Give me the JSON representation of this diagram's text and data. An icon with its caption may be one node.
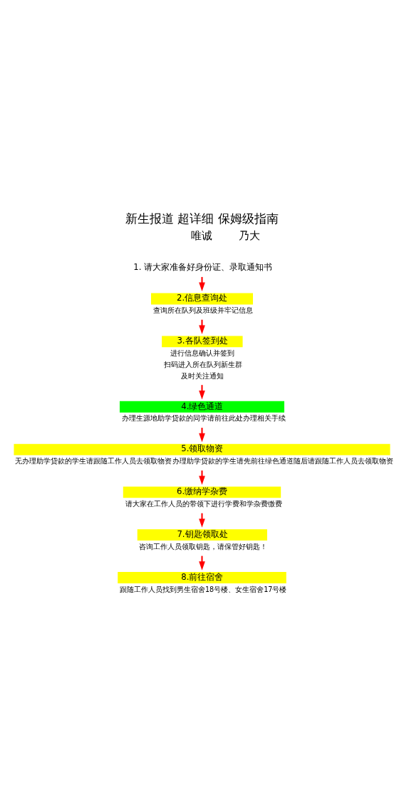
{
  "diagram": {
    "title": "新生报道 超详细 保姆级指南",
    "nodes": [
      {
        "text": [
          "1. 请大家准备好身份证、录取通知书"
        ]
      },
      {
        "text": [
          "2.信息查询处",
          "查询所在队列及班级并牢记信息"
        ]
      },
      {
        "text": [
          "3.各队签到处",
          "进行信息确认并签到",
          "扫码进入所在队列新生群",
          "及时关注通知"
        ]
      },
      {
        "text": [
          "4.绿色通道",
          "办理生源地助学贷款的同学请前往此处办理相关手续"
        ]
      },
      {
        "text": [
          "5.领取物资",
          "无办理助学贷款的学生请跟随工作人员去领取物资",
          "办理助学贷款的学生请先前往绿色通道随后请跟随工作人员去领取物资"
        ]
      },
      {
        "text": [
          "6.缴纳学杂费",
          "请大家在工作人员的带领下进行学费和学杂费缴费"
        ]
      },
      {
        "text": [
          "7.钥匙领取处",
          "咨询工作人员领取钥匙，请保管好钥匙！"
        ]
      },
      {
        "text": [
          "8.前往宿舍",
          "跟随工作人员找到男生宿舍18号楼、女生宿舍17号楼"
        ]
      }
    ],
    "edges": [
      {
        "from": 0,
        "to": 1,
        "arrow": "to"
      },
      {
        "from": 1,
        "to": 2,
        "arrow": "to"
      },
      {
        "from": 2,
        "to": 3,
        "arrow": "to"
      },
      {
        "from": 3,
        "to": 4,
        "arrow": "to"
      },
      {
        "from": 4,
        "to": 5,
        "arrow": "to"
      },
      {
        "from": 5,
        "to": 6,
        "arrow": "to"
      },
      {
        "from": 6,
        "to": 7,
        "arrow": "to"
      }
    ],
    "labels": [
      "唯诚",
      "乃大"
    ]
  }
}
